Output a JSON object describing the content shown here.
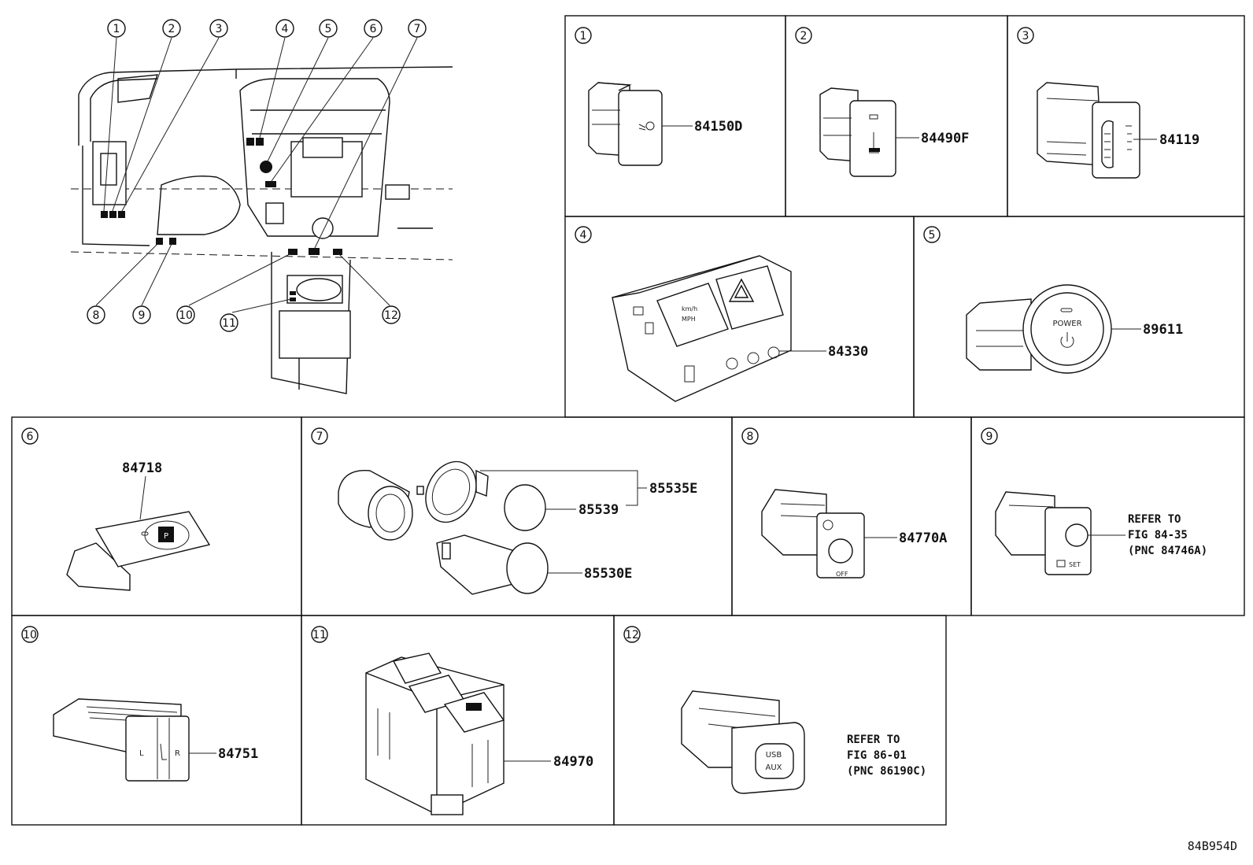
{
  "overview": {
    "callouts": [
      "1",
      "2",
      "3",
      "4",
      "5",
      "6",
      "7",
      "8",
      "9",
      "10",
      "11",
      "12"
    ]
  },
  "cells": [
    {
      "num": "1",
      "parts": [
        "84150D"
      ]
    },
    {
      "num": "2",
      "parts": [
        "84490F"
      ]
    },
    {
      "num": "3",
      "parts": [
        "84119"
      ]
    },
    {
      "num": "4",
      "parts": [
        "84330"
      ]
    },
    {
      "num": "5",
      "parts": [
        "89611"
      ]
    },
    {
      "num": "6",
      "parts": [
        "84718"
      ]
    },
    {
      "num": "7",
      "parts": [
        "85535E",
        "85539",
        "85530E"
      ]
    },
    {
      "num": "8",
      "parts": [
        "84770A"
      ]
    },
    {
      "num": "9",
      "parts": [],
      "refer": [
        "REFER TO",
        "FIG 84-35",
        "(PNC 84746A)"
      ]
    },
    {
      "num": "10",
      "parts": [
        "84751"
      ]
    },
    {
      "num": "11",
      "parts": [
        "84970"
      ]
    },
    {
      "num": "12",
      "parts": [],
      "refer": [
        "REFER TO",
        "FIG 86-01",
        "(PNC 86190C)"
      ]
    }
  ],
  "symbols": {
    "power": "POWER",
    "usb": "USB",
    "aux": "AUX",
    "mph_top": "km/h",
    "mph_bottom": "MPH",
    "off": "OFF",
    "set": "SET",
    "seat_left": "L",
    "seat_right": "R",
    "p": "P"
  },
  "figure_code": "84B954D"
}
